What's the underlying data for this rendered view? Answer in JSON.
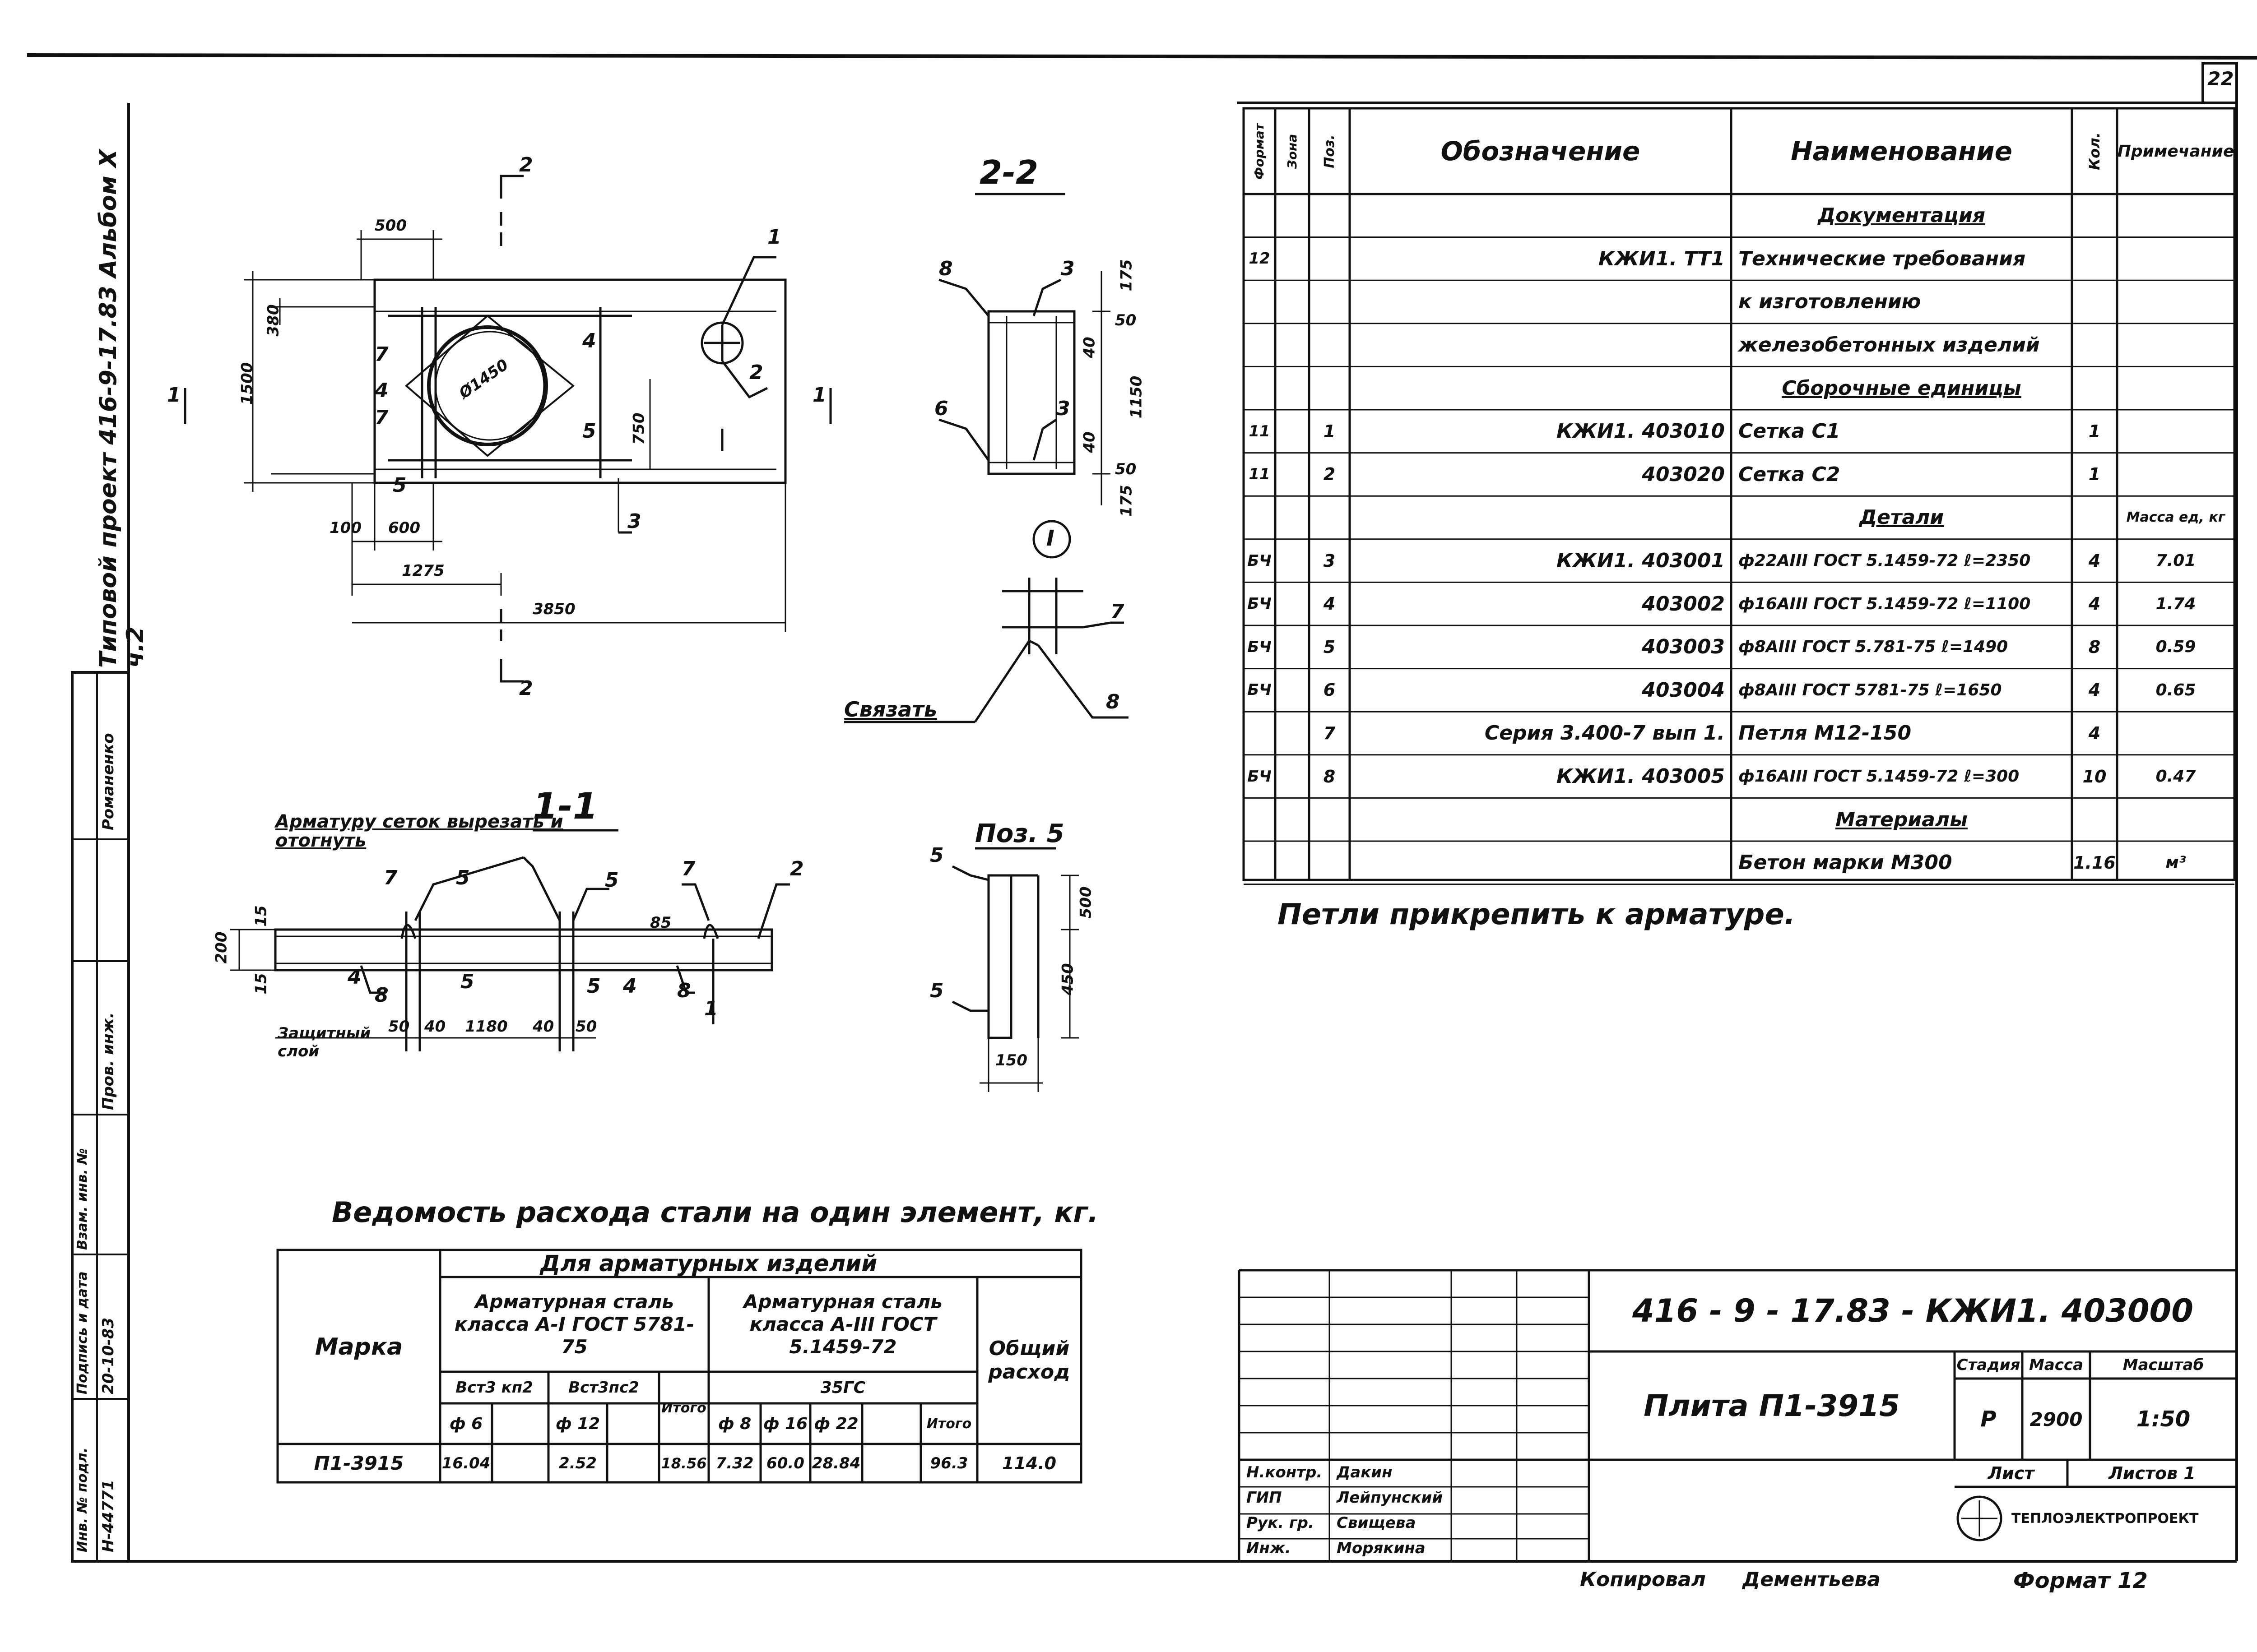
{
  "sheet": {
    "number": "22",
    "side_title": "Типовой проект 416-9-17.83 Альбом X ч.2",
    "side_stamp": {
      "prov_label": "Пров. инж.",
      "prov_name": "Романенко",
      "inv_label": "Инв. № подл.",
      "inv_value": "Н-44771",
      "sign_label": "Подпись и дата",
      "sign_value": "20-10-83",
      "vzam_label": "Взам. инв. №"
    }
  },
  "plan": {
    "section_mark_top": "2",
    "section_mark_bottom": "2",
    "section_left": "1",
    "section_right": "1",
    "dims": [
      "500",
      "380",
      "1500",
      "750",
      "100",
      "600",
      "1275",
      "3850",
      "Ø1450"
    ],
    "pos_labels": [
      "7",
      "4",
      "7",
      "4",
      "5",
      "5",
      "3",
      "1",
      "2"
    ]
  },
  "section_22": {
    "title": "2-2",
    "dims": [
      "175",
      "50",
      "40",
      "1150",
      "40",
      "50",
      "175"
    ],
    "pos_labels": [
      "8",
      "3",
      "6",
      "3"
    ]
  },
  "node_1": {
    "title": "I",
    "labels": [
      "7",
      "8"
    ],
    "note": "Связать"
  },
  "section_11": {
    "title": "1-1",
    "note": "Арматуру сеток вырезать и отогнуть",
    "dims": [
      "15",
      "200",
      "15",
      "85",
      "50",
      "40",
      "1180",
      "40",
      "50"
    ],
    "pos_labels": [
      "7",
      "5",
      "5",
      "7",
      "2",
      "4",
      "8",
      "5",
      "5",
      "4",
      "8",
      "1"
    ],
    "cover_note": "Защитный слой"
  },
  "pos5": {
    "title": "Поз. 5",
    "labels": [
      "5",
      "5"
    ],
    "dims": [
      "500",
      "450",
      "150"
    ]
  },
  "spec": {
    "headers": [
      "Формат",
      "Зона",
      "Поз.",
      "Обозначение",
      "Наименование",
      "Кол.",
      "Примечание"
    ],
    "rows": [
      {
        "fmt": "",
        "zone": "",
        "pos": "",
        "des": "",
        "name": "Документация",
        "qty": "",
        "note": "",
        "section": true
      },
      {
        "fmt": "12",
        "zone": "",
        "pos": "",
        "des": "КЖИ1. ТТ1",
        "name": "Технические требования",
        "qty": "",
        "note": ""
      },
      {
        "fmt": "",
        "zone": "",
        "pos": "",
        "des": "",
        "name": "к изготовлению",
        "qty": "",
        "note": ""
      },
      {
        "fmt": "",
        "zone": "",
        "pos": "",
        "des": "",
        "name": "железобетонных изделий",
        "qty": "",
        "note": ""
      },
      {
        "fmt": "",
        "zone": "",
        "pos": "",
        "des": "",
        "name": "Сборочные единицы",
        "qty": "",
        "note": "",
        "section": true
      },
      {
        "fmt": "11",
        "zone": "",
        "pos": "1",
        "des": "КЖИ1. 403010",
        "name": "Сетка С1",
        "qty": "1",
        "note": ""
      },
      {
        "fmt": "11",
        "zone": "",
        "pos": "2",
        "des": "403020",
        "name": "Сетка С2",
        "qty": "1",
        "note": ""
      },
      {
        "fmt": "",
        "zone": "",
        "pos": "",
        "des": "",
        "name": "Детали",
        "qty": "",
        "note": "Масса ед, кг",
        "section": true
      },
      {
        "fmt": "БЧ",
        "zone": "",
        "pos": "3",
        "des": "КЖИ1. 403001",
        "name": "ф22АIII ГОСТ 5.1459-72 ℓ=2350",
        "qty": "4",
        "note": "7.01"
      },
      {
        "fmt": "БЧ",
        "zone": "",
        "pos": "4",
        "des": "403002",
        "name": "ф16АIII ГОСТ 5.1459-72 ℓ=1100",
        "qty": "4",
        "note": "1.74"
      },
      {
        "fmt": "БЧ",
        "zone": "",
        "pos": "5",
        "des": "403003",
        "name": "ф8АIII ГОСТ 5.781-75 ℓ=1490",
        "qty": "8",
        "note": "0.59"
      },
      {
        "fmt": "БЧ",
        "zone": "",
        "pos": "6",
        "des": "403004",
        "name": "ф8АIII ГОСТ 5781-75 ℓ=1650",
        "qty": "4",
        "note": "0.65"
      },
      {
        "fmt": "",
        "zone": "",
        "pos": "7",
        "des": "Серия 3.400-7 вып 1.",
        "name": "Петля М12-150",
        "qty": "4",
        "note": ""
      },
      {
        "fmt": "БЧ",
        "zone": "",
        "pos": "8",
        "des": "КЖИ1. 403005",
        "name": "ф16АIII ГОСТ 5.1459-72 ℓ=300",
        "qty": "10",
        "note": "0.47"
      },
      {
        "fmt": "",
        "zone": "",
        "pos": "",
        "des": "",
        "name": "Материалы",
        "qty": "",
        "note": "",
        "section": true
      },
      {
        "fmt": "",
        "zone": "",
        "pos": "",
        "des": "",
        "name": "Бетон марки М300",
        "qty": "1.16",
        "note": "м³"
      }
    ],
    "footnote": "Петли прикрепить к арматуре."
  },
  "steel": {
    "title": "Ведомость расхода стали на один элемент, кг.",
    "h_mark": "Марка",
    "h_group": "Для арматурных изделий",
    "h_a1": "Арматурная сталь класса А-I ГОСТ 5781-75",
    "h_a3": "Арматурная сталь класса А-III ГОСТ 5.1459-72",
    "h_total": "Общий расход",
    "h_vst3": "Вст3 кп2",
    "h_vst3ps": "Вст3пс2",
    "h_35gs": "35ГС",
    "h_d6": "ф 6",
    "h_d12": "ф 12",
    "h_itogo1": "Итого",
    "h_d8": "ф 8",
    "h_d16": "ф 16",
    "h_d22": "ф 22",
    "h_itogo2": "Итого",
    "row": {
      "mark": "П1-3915",
      "d6": "16.04",
      "d12": "2.52",
      "it1": "18.56",
      "d8": "7.32",
      "d16": "60.0",
      "d22": "28.84",
      "it2": "96.3",
      "total": "114.0"
    }
  },
  "title_block": {
    "code": "416 - 9 - 17.83 - КЖИ1. 403000",
    "name": "Плита П1-3915",
    "stage_h": "Стадия",
    "mass_h": "Масса",
    "scale_h": "Масштаб",
    "stage": "Р",
    "mass": "2900",
    "scale": "1:50",
    "sheet_h": "Лист",
    "sheets_h": "Листов 1",
    "org": "ТЕПЛОЭЛЕКТРОПРОЕКТ",
    "roles": [
      {
        "role": "Н.контр.",
        "name": "Дакин"
      },
      {
        "role": "ГИП",
        "name": "Лейпунский"
      },
      {
        "role": "Рук. гр.",
        "name": "Свищева"
      },
      {
        "role": "Инж.",
        "name": "Морякина"
      }
    ],
    "copied_label": "Копировал",
    "copied_name": "Дементьева",
    "format": "Формат 12"
  }
}
